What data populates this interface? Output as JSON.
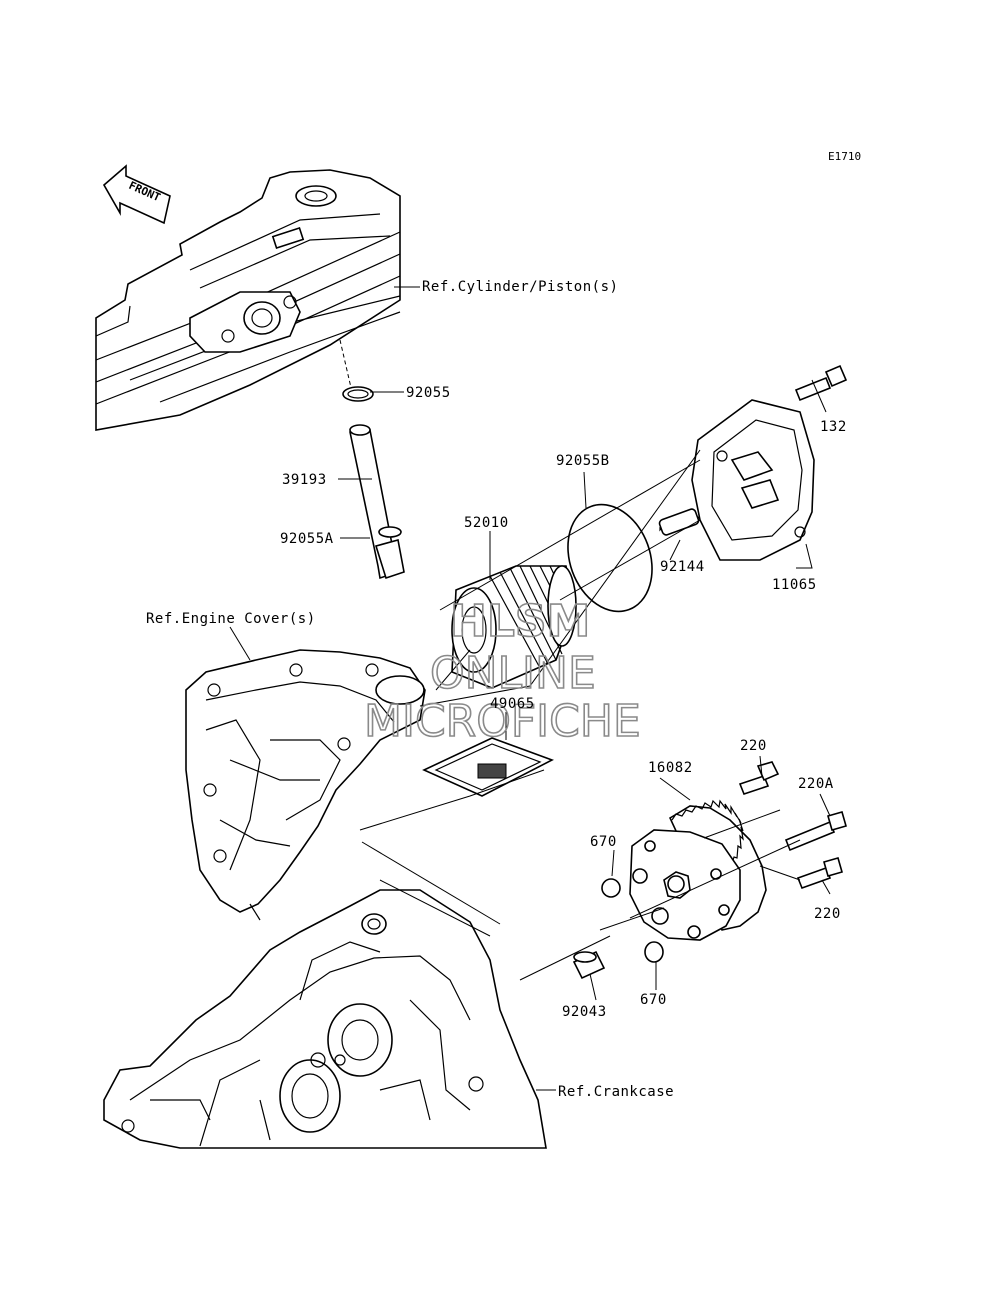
{
  "diagram_code": "E1710",
  "front_label": "FRONT",
  "watermark": {
    "line1": "HLSM",
    "line2": "ONLINE",
    "line3": "MICROFICHE"
  },
  "references": {
    "cylinder": "Ref.Cylinder/Piston(s)",
    "engine_cover": "Ref.Engine Cover(s)",
    "crankcase": "Ref.Crankcase"
  },
  "parts": {
    "p92055": "92055",
    "p39193": "39193",
    "p92055A": "92055A",
    "p52010": "52010",
    "p92055B": "92055B",
    "p92144": "92144",
    "p132": "132",
    "p11065": "11065",
    "p49065": "49065",
    "p16082": "16082",
    "p220_top": "220",
    "p220A": "220A",
    "p220_bottom": "220",
    "p670_top": "670",
    "p670_bottom": "670",
    "p92043": "92043"
  }
}
